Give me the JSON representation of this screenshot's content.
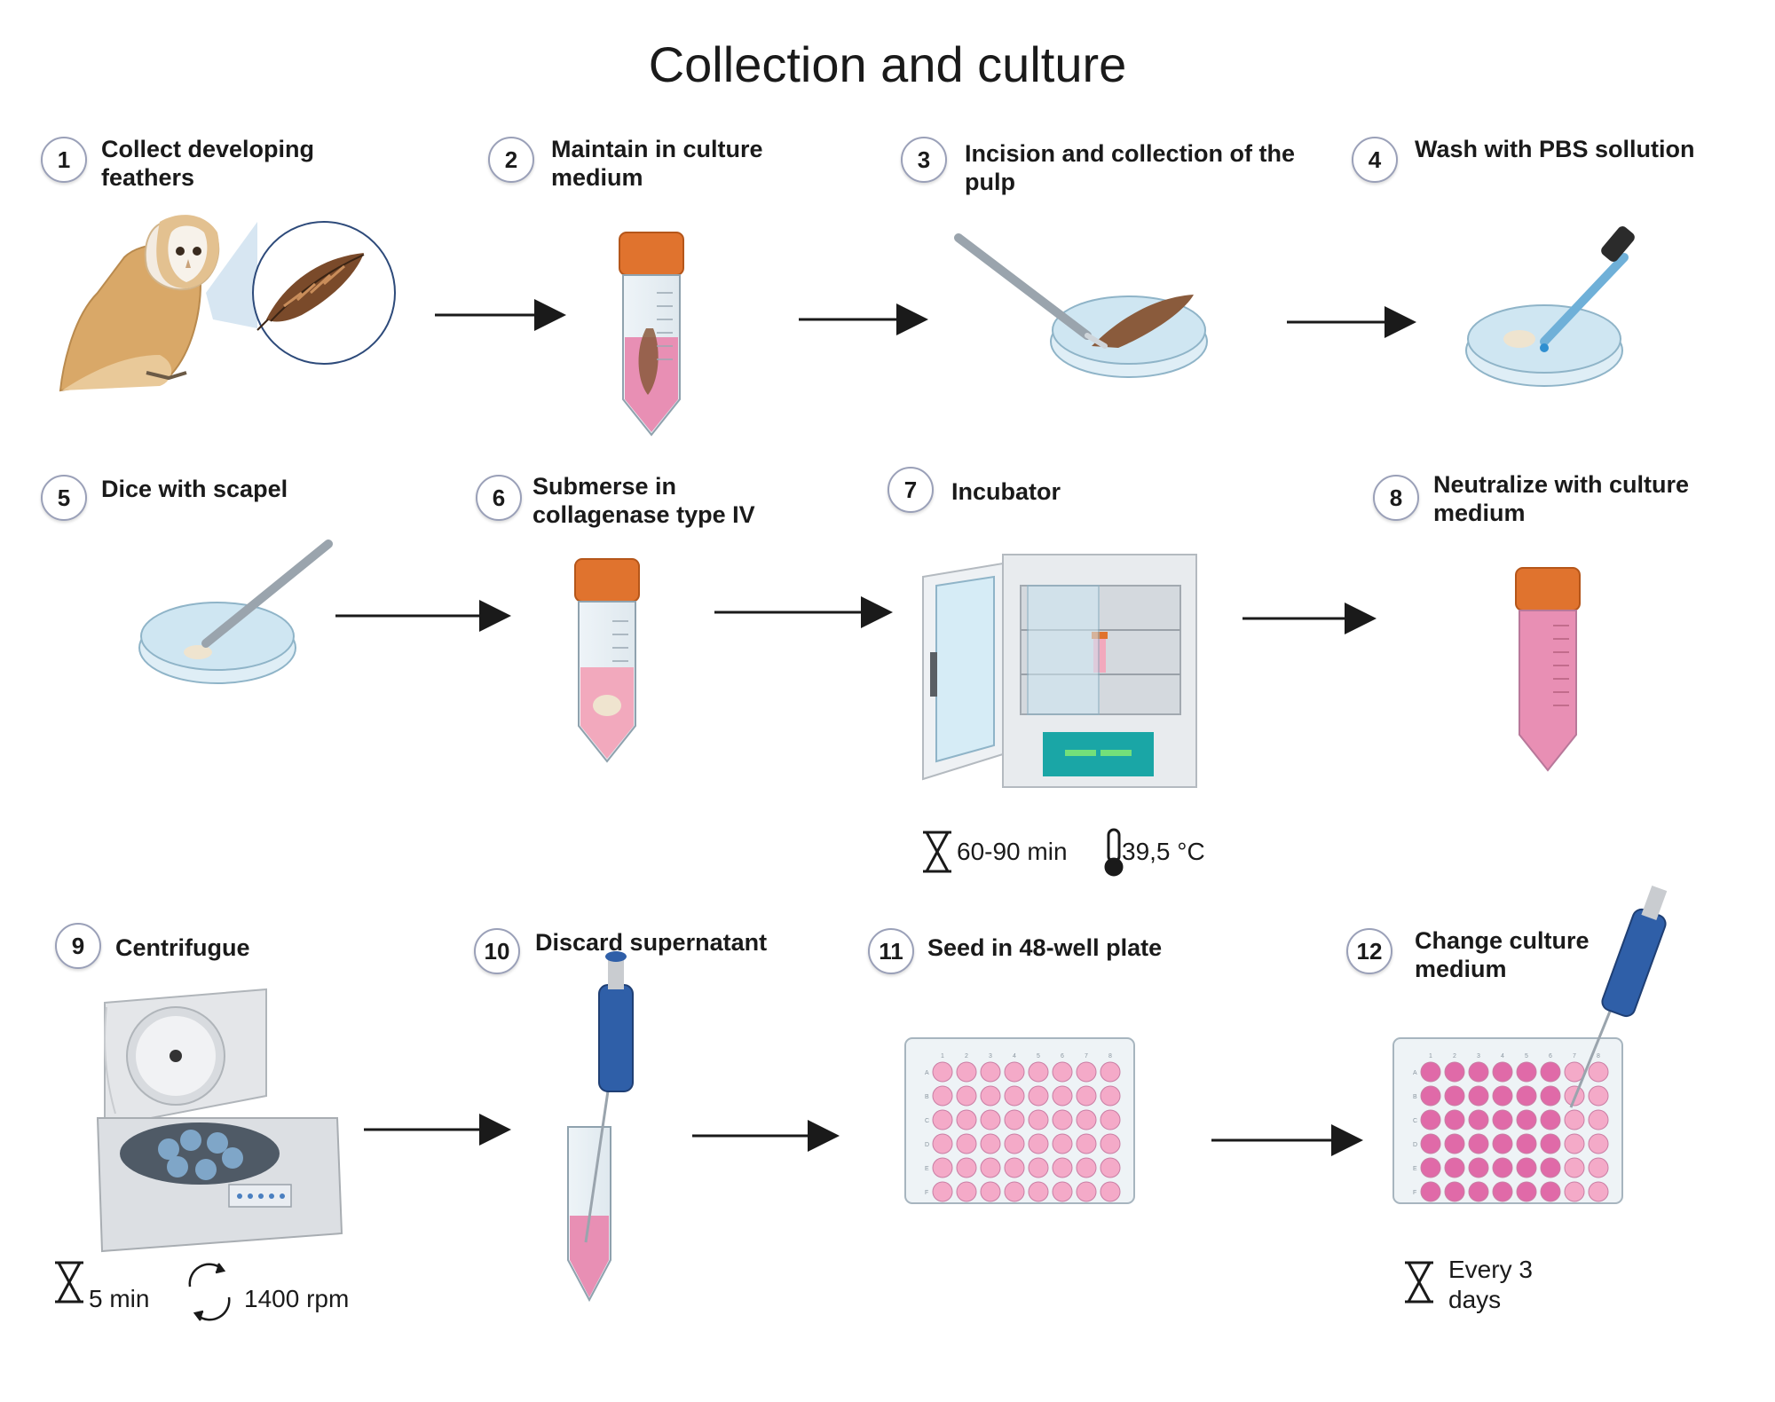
{
  "title": "Collection and culture",
  "steps": [
    {
      "number": "1",
      "label_lines": [
        "Collect developing",
        "feathers"
      ]
    },
    {
      "number": "2",
      "label_lines": [
        "Maintain in culture",
        "medium"
      ]
    },
    {
      "number": "3",
      "label_lines": [
        "Incision and collection of the",
        "pulp"
      ]
    },
    {
      "number": "4",
      "label_lines": [
        "Wash with PBS sollution"
      ]
    },
    {
      "number": "5",
      "label_lines": [
        "Dice with scapel"
      ]
    },
    {
      "number": "6",
      "label_lines": [
        "Submerse in",
        "collagenase type IV"
      ]
    },
    {
      "number": "7",
      "label_lines": [
        "Incubator"
      ]
    },
    {
      "number": "8",
      "label_lines": [
        "Neutralize with culture",
        "medium"
      ]
    },
    {
      "number": "9",
      "label_lines": [
        "Centrifugue"
      ]
    },
    {
      "number": "10",
      "label_lines": [
        "Discard supernatant"
      ]
    },
    {
      "number": "11",
      "label_lines": [
        "Seed in 48-well plate"
      ]
    },
    {
      "number": "12",
      "label_lines": [
        "Change culture",
        "medium"
      ]
    }
  ],
  "conditions": {
    "incubation_time": "60-90 min",
    "incubation_temp": "39,5 °C",
    "centrifuge_time": "5 min",
    "centrifuge_speed": "1400 rpm",
    "change_interval_lines": [
      "Every 3",
      "days"
    ]
  },
  "plate": {
    "column_labels": [
      "1",
      "2",
      "3",
      "4",
      "5",
      "6",
      "7",
      "8"
    ],
    "row_labels": [
      "A",
      "B",
      "C",
      "D",
      "E",
      "F"
    ]
  },
  "colors": {
    "arrow": "#1a1a1a",
    "tube_cap": "#e0732e",
    "medium_pink": "#e88fb4",
    "dish_blue": "#cfe6f2",
    "pipette_blue": "#2f5fa8",
    "incubator_teal": "#1aa6a6",
    "well_light": "#f4aac8",
    "well_dark": "#e06aa8"
  },
  "icons": [
    "hourglass-icon",
    "thermometer-icon",
    "rotation-icon"
  ]
}
